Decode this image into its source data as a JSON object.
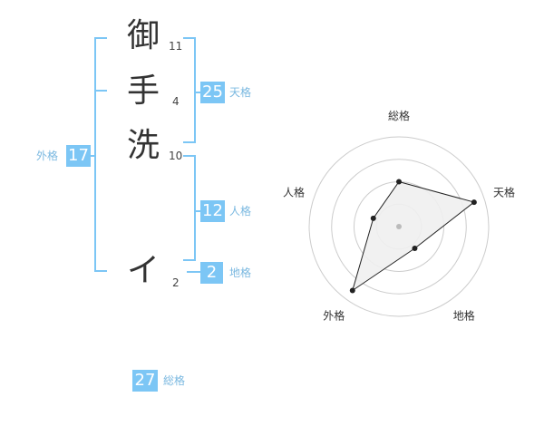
{
  "name": {
    "characters": [
      {
        "char": "御",
        "strokes": "11"
      },
      {
        "char": "手",
        "strokes": "4"
      },
      {
        "char": "洗",
        "strokes": "10"
      },
      {
        "char": "イ",
        "strokes": "2"
      }
    ]
  },
  "kaku": {
    "tenkaku": {
      "value": "25",
      "label": "天格"
    },
    "jinkaku": {
      "value": "12",
      "label": "人格"
    },
    "chikaku": {
      "value": "2",
      "label": "地格"
    },
    "gaikaku": {
      "value": "17",
      "label": "外格"
    },
    "soukaku": {
      "value": "27",
      "label": "総格"
    }
  },
  "chart_data": {
    "type": "radar",
    "axes": [
      "総格",
      "天格",
      "地格",
      "外格",
      "人格"
    ],
    "values": [
      0.5,
      0.88,
      0.3,
      0.88,
      0.3
    ],
    "max": 1.0,
    "rings": 4,
    "grid": true
  },
  "colors": {
    "accent": "#7cc6f5",
    "label": "#7ab8e0",
    "text": "#333333"
  }
}
